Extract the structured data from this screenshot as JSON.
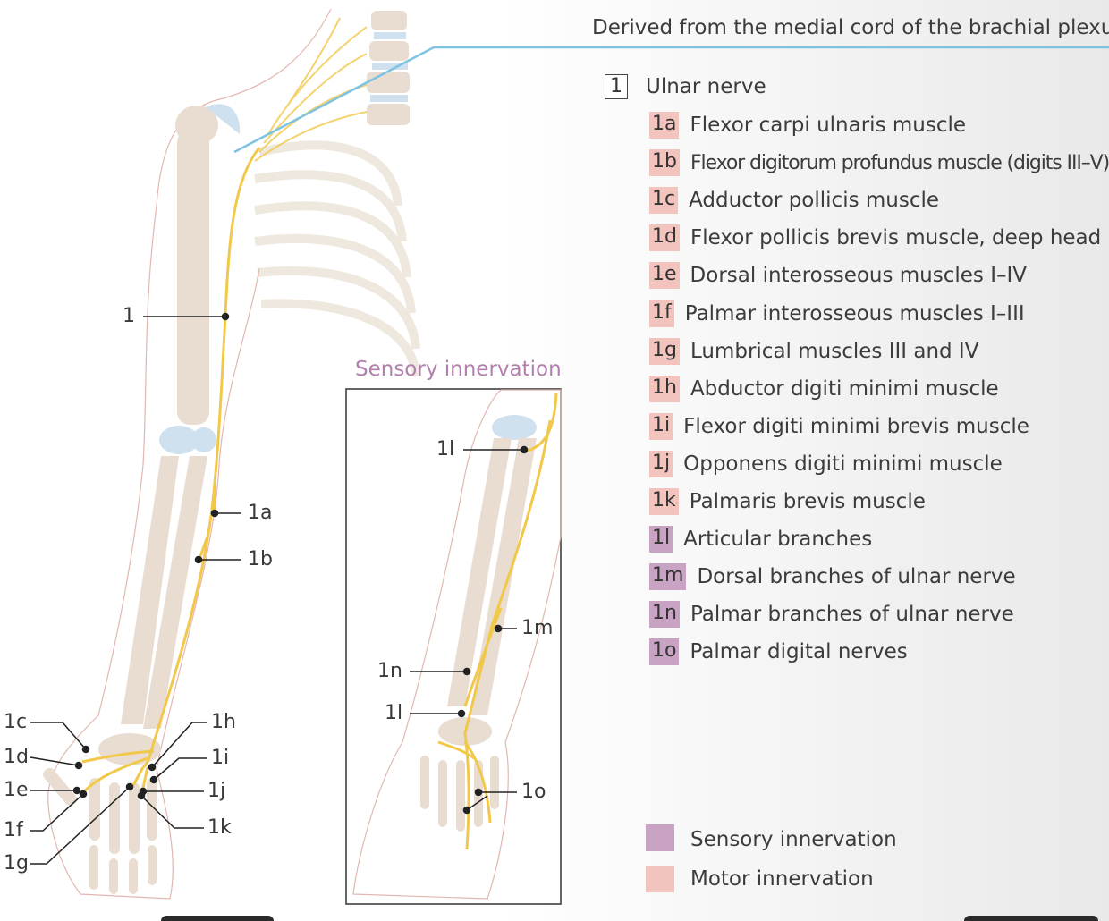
{
  "header": "Derived from the medial cord of the brachial plexus",
  "inset_title": "Sensory innervation",
  "nerve": {
    "code": "1",
    "name": "Ulnar nerve"
  },
  "branches": [
    {
      "code": "1a",
      "name": "Flexor carpi ulnaris muscle",
      "type": "motor"
    },
    {
      "code": "1b",
      "name": "Flexor digitorum profundus muscle (digits III–V)",
      "type": "motor"
    },
    {
      "code": "1c",
      "name": "Adductor pollicis muscle",
      "type": "motor"
    },
    {
      "code": "1d",
      "name": "Flexor pollicis brevis muscle, deep head",
      "type": "motor"
    },
    {
      "code": "1e",
      "name": "Dorsal interosseous muscles I–IV",
      "type": "motor"
    },
    {
      "code": "1f",
      "name": "Palmar interosseous muscles I–III",
      "type": "motor"
    },
    {
      "code": "1g",
      "name": "Lumbrical muscles III and IV",
      "type": "motor"
    },
    {
      "code": "1h",
      "name": "Abductor digiti minimi muscle",
      "type": "motor"
    },
    {
      "code": "1i",
      "name": "Flexor digiti minimi brevis muscle",
      "type": "motor"
    },
    {
      "code": "1j",
      "name": "Opponens digiti minimi muscle",
      "type": "motor"
    },
    {
      "code": "1k",
      "name": "Palmaris brevis muscle",
      "type": "motor"
    },
    {
      "code": "1l",
      "name": "Articular branches",
      "type": "sensory"
    },
    {
      "code": "1m",
      "name": "Dorsal branches of ulnar nerve",
      "type": "sensory"
    },
    {
      "code": "1n",
      "name": "Palmar branches of ulnar nerve",
      "type": "sensory"
    },
    {
      "code": "1o",
      "name": "Palmar digital nerves",
      "type": "sensory"
    }
  ],
  "key": {
    "sensory": "Sensory innervation",
    "motor": "Motor innervation"
  },
  "figure_labels": {
    "n1": "1",
    "a": "1a",
    "b": "1b",
    "c": "1c",
    "d": "1d",
    "e": "1e",
    "f": "1f",
    "g": "1g",
    "h": "1h",
    "i": "1i",
    "j": "1j",
    "k": "1k",
    "l_top": "1l",
    "m": "1m",
    "n": "1n",
    "l_wrist": "1l",
    "o": "1o"
  },
  "colors": {
    "motor": "#f3c4be",
    "sensory": "#c9a3c4",
    "nerve": "#f2c84b",
    "bone": "#e8ddd0",
    "cartilage": "#cfe0ee",
    "leader": "#5fb7dc",
    "title_purple": "#b27fae"
  }
}
